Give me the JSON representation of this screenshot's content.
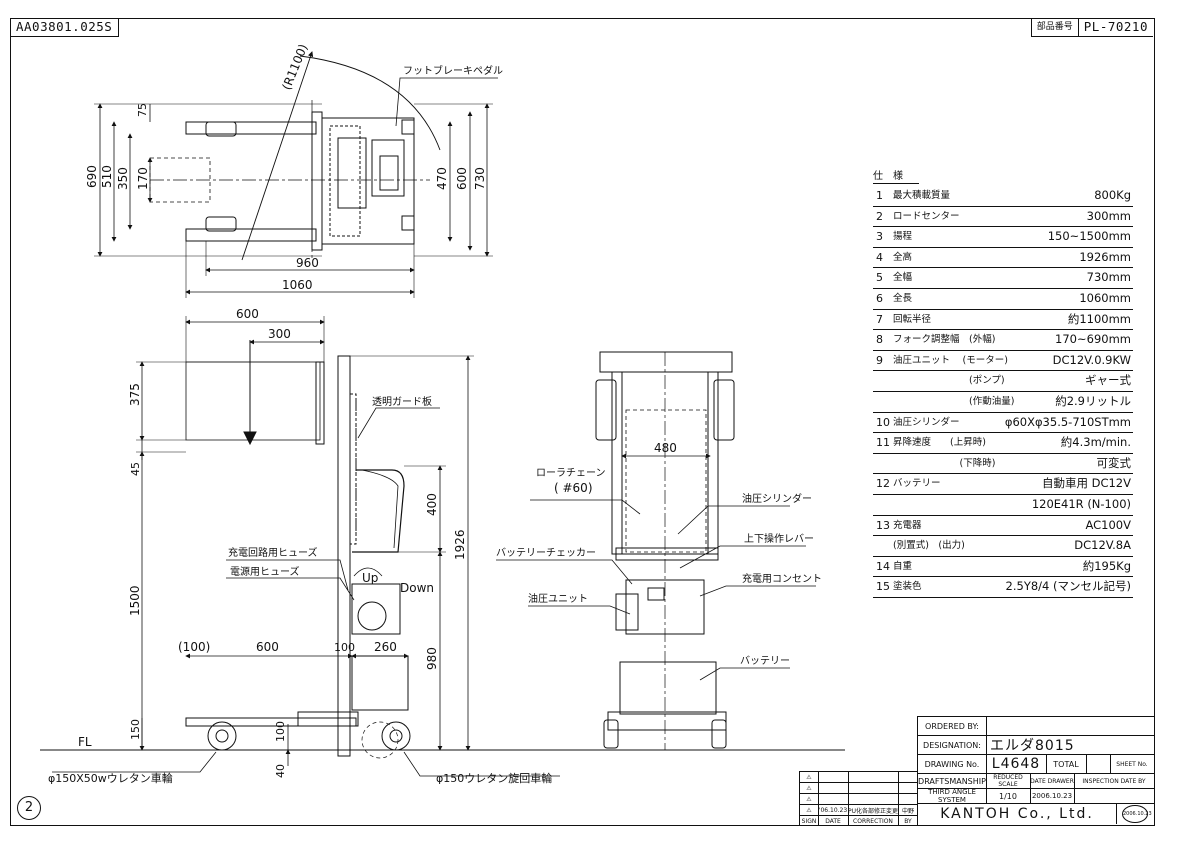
{
  "drawing_code": "AA03801.025S",
  "part_no_label": "部品番号",
  "part_no": "PL-70210",
  "sheet_mark": "2",
  "top_view": {
    "radius_label": "(R1100)",
    "foot_brake_label": "フットブレーキペダル",
    "dim_75": "75",
    "dim_690": "690",
    "dim_510": "510",
    "dim_350": "350",
    "dim_170": "170",
    "dim_470": "470",
    "dim_600": "600",
    "dim_730": "730",
    "dim_960": "960",
    "dim_1060": "1060"
  },
  "side_view": {
    "dim_600_top": "600",
    "dim_300": "300",
    "dim_375": "375",
    "dim_45": "45",
    "dim_400": "400",
    "dim_1500": "1500",
    "dim_1926": "1926",
    "dim_980": "980",
    "dim_100_paren": "(100)",
    "dim_600_bottom": "600",
    "dim_100": "100",
    "dim_260": "260",
    "dim_150": "150",
    "dim_100_wheel": "100",
    "dim_40": "40",
    "guard_label": "透明ガード板",
    "fuse_charge_label": "充電回路用ヒューズ",
    "fuse_power_label": "電源用ヒューズ",
    "up_label": "Up",
    "down_label": "Down",
    "fl_label": "FL",
    "front_wheel_label": "φ150X50wウレタン車輪",
    "caster_label": "φ150ウレタン旋回車輪"
  },
  "front_view": {
    "dim_480": "480",
    "chain_label": "ローラチェーン",
    "chain_sub_label": "( #60)",
    "cylinder_label": "油圧シリンダー",
    "lever_label": "上下操作レバー",
    "checker_label": "バッテリーチェッカー",
    "outlet_label": "充電用コンセント",
    "unit_label": "油圧ユニット",
    "battery_label": "バッテリー"
  },
  "spec": {
    "heading": "仕　様",
    "rows": [
      {
        "no": "1",
        "item": "最大積載質量",
        "value": "800Kg"
      },
      {
        "no": "2",
        "item": "ロードセンター",
        "value": "300mm"
      },
      {
        "no": "3",
        "item": "揚程",
        "value": "150~1500mm"
      },
      {
        "no": "4",
        "item": "全高",
        "value": "1926mm"
      },
      {
        "no": "5",
        "item": "全幅",
        "value": "730mm"
      },
      {
        "no": "6",
        "item": "全長",
        "value": "1060mm"
      },
      {
        "no": "7",
        "item": "回転半径",
        "value": "約1100mm"
      },
      {
        "no": "8",
        "item": "フォーク調整幅　(外幅)",
        "value": "170~690mm"
      },
      {
        "no": "9",
        "item": "油圧ユニット　 (モーター)",
        "value": "DC12V.0.9KW"
      },
      {
        "no": "",
        "item": "　　　　　　　　(ポンプ)",
        "value": "ギャー式"
      },
      {
        "no": "",
        "item": "　　　　　　　　(作動油量)",
        "value": "約2.9リットル"
      },
      {
        "no": "10",
        "item": "油圧シリンダー",
        "value": "φ60Xφ35.5-710STmm"
      },
      {
        "no": "11",
        "item": "昇降速度　　(上昇時)",
        "value": "約4.3m/min."
      },
      {
        "no": "",
        "item": "　　　　　　　(下降時)",
        "value": "可変式"
      },
      {
        "no": "12",
        "item": "バッテリー",
        "value": "自動車用 DC12V"
      },
      {
        "no": "",
        "item": "",
        "value": "120E41R (N-100)"
      },
      {
        "no": "13",
        "item": "充電器",
        "value": "AC100V"
      },
      {
        "no": "",
        "item": "(別置式)　(出力)",
        "value": "DC12V.8A"
      },
      {
        "no": "14",
        "item": "自重",
        "value": "約195Kg"
      },
      {
        "no": "15",
        "item": "塗装色",
        "value": "2.5Y8/4 (マンセル記号)"
      }
    ]
  },
  "title_block": {
    "ordered_by_label": "ORDERED BY:",
    "ordered_by": "",
    "designation_label": "DESIGNATION:",
    "designation": "エルダ8015",
    "drawing_no_label": "DRAWING No.",
    "drawing_no": "L4648",
    "total_label": "TOTAL",
    "sheet_no_label": "SHEET No.",
    "draftsmanship_label": "DRAFTSMANSHIP",
    "reduced_scale_label": "REDUCED SCALE",
    "date_drawer_label": "DATE DRAWER",
    "inspection_label": "INSPECTION DATE BY",
    "projection_label": "THIRD ANGLE SYSTEM",
    "scale": "1/10",
    "date": "2006.10.23",
    "stamp_date": "2006.10.23",
    "company": "KANTOH Co., Ltd."
  },
  "revision_block": {
    "sign_label": "SIGN",
    "date_label": "DATE",
    "correction_label": "CORRECTION",
    "by_label": "BY",
    "entry_date": "'06.10.23",
    "entry_correction": "PU化各部修正変更",
    "entry_by": "中野"
  }
}
